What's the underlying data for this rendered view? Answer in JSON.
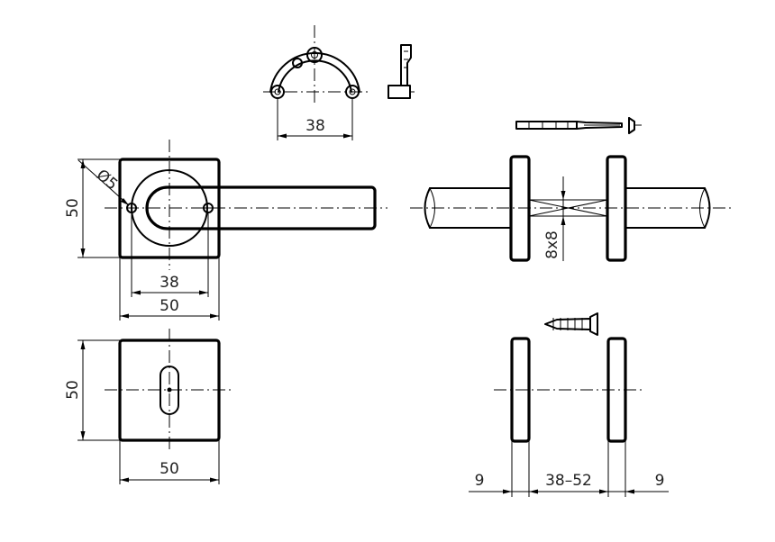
{
  "dimensions": {
    "rose_hole_spacing": "38",
    "rose_width_top": "50",
    "rose_height_top": "50",
    "screw_hole_diameter": "Ø5",
    "rose_hole_spacing_front": "38",
    "spindle_size": "8x8",
    "escutcheon_height": "50",
    "escutcheon_width": "50",
    "plate_thickness_left": "9",
    "door_thickness_range": "38–52",
    "plate_thickness_right": "9"
  }
}
